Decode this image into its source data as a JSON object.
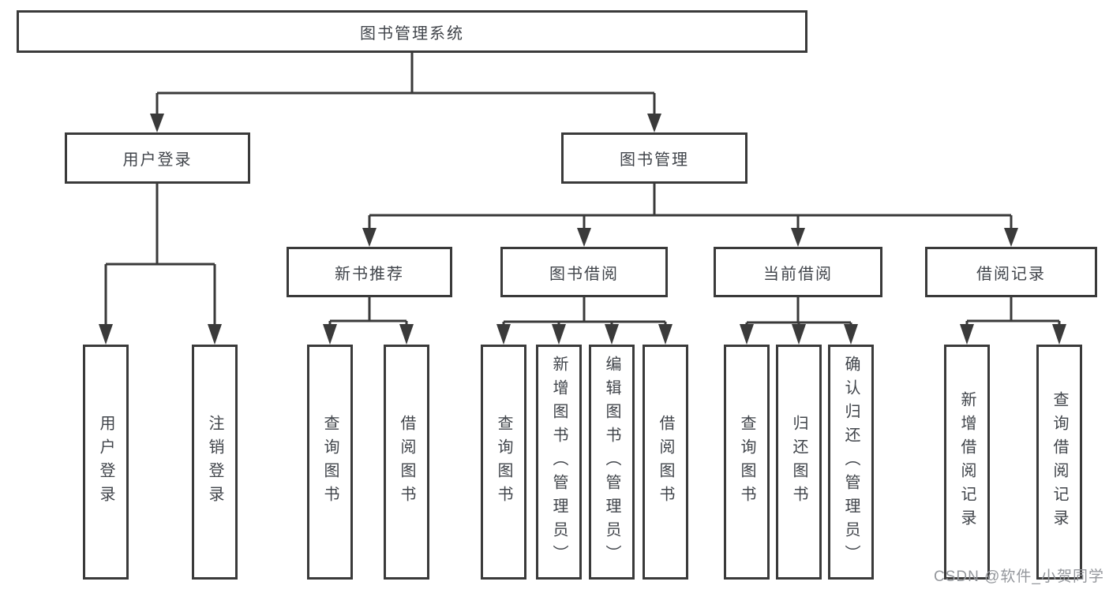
{
  "tree": {
    "label": "图书管理系统",
    "children": [
      {
        "label": "用户登录",
        "children": [
          {
            "label": "用户登录"
          },
          {
            "label": "注销登录"
          }
        ]
      },
      {
        "label": "图书管理",
        "children": [
          {
            "label": "新书推荐",
            "children": [
              {
                "label": "查询图书"
              },
              {
                "label": "借阅图书"
              }
            ]
          },
          {
            "label": "图书借阅",
            "children": [
              {
                "label": "查询图书"
              },
              {
                "label": "新增图书（管理员）"
              },
              {
                "label": "编辑图书（管理员）"
              },
              {
                "label": "借阅图书"
              }
            ]
          },
          {
            "label": "当前借阅",
            "children": [
              {
                "label": "查询图书"
              },
              {
                "label": "归还图书"
              },
              {
                "label": "确认归还（管理员）"
              }
            ]
          },
          {
            "label": "借阅记录",
            "children": [
              {
                "label": "新增借阅记录"
              },
              {
                "label": "查询借阅记录"
              }
            ]
          }
        ]
      }
    ]
  },
  "watermark": {
    "text": "CSDN @软件_小贺同学"
  },
  "colors": {
    "background": "#ffffff",
    "line": "#3a3a3a",
    "box_border": "#3a3a3a",
    "text": "#40444a",
    "watermark": "#94979c"
  }
}
